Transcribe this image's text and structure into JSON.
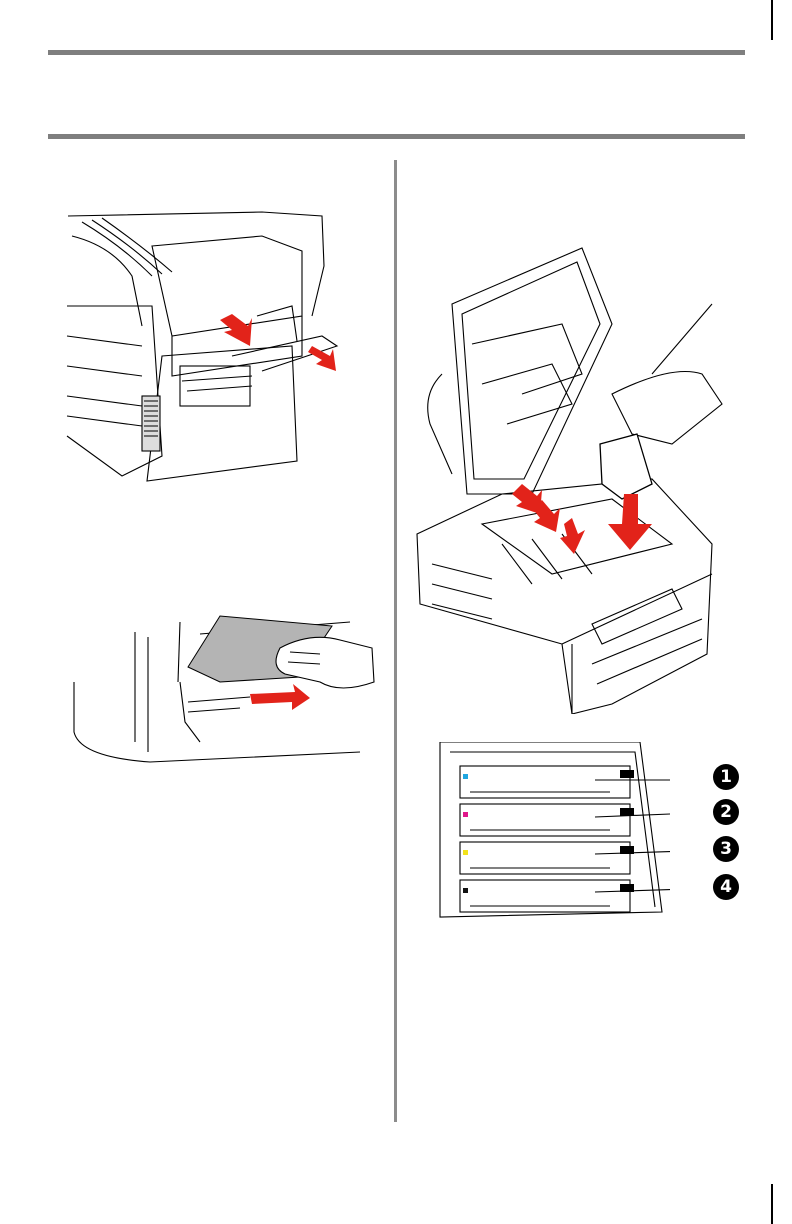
{
  "figures": {
    "rear_exit": {
      "icon": "printer-rear-exit-illustration"
    },
    "paper_removal": {
      "icon": "paper-jam-removal-illustration"
    },
    "image_drum_install": {
      "icon": "image-drum-install-illustration"
    },
    "drum_order": {
      "icon": "image-drum-order-illustration",
      "callouts": [
        "1",
        "2",
        "3",
        "4"
      ],
      "drum_colors": [
        "#1fa6e0",
        "#e0168a",
        "#f2e21b",
        "#111111"
      ]
    }
  },
  "colors": {
    "rule": "#7f7f7f",
    "arrow": "#e2231a"
  }
}
